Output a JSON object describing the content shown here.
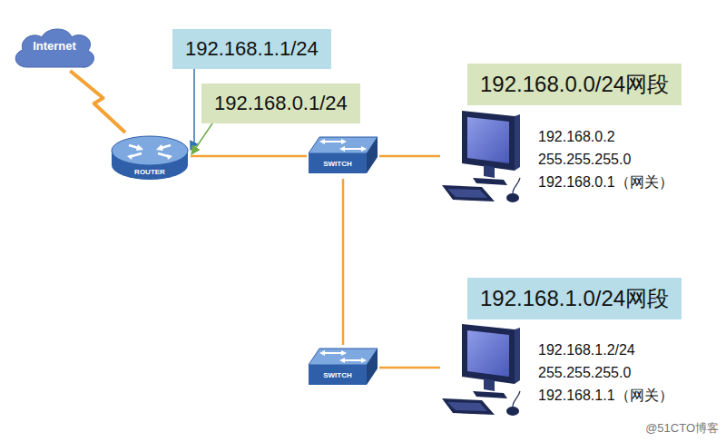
{
  "diagram": {
    "nodes": [
      {
        "text": [
          "Internet"
        ]
      },
      {
        "text": [
          "192.168.1.1/24"
        ]
      },
      {
        "text": [
          "192.168.0.1/24"
        ]
      },
      {
        "text": [
          "ROUTER"
        ]
      },
      {
        "text": [
          "SWITCH"
        ]
      },
      {
        "text": [
          "192.168.0.0/24网段"
        ]
      },
      {
        "text": [
          "192.168.0.2",
          "255.255.255.0",
          "192.168.0.1（网关）"
        ]
      },
      {
        "text": [
          "192.168.1.0/24网段"
        ]
      },
      {
        "text": [
          "SWITCH"
        ]
      },
      {
        "text": [
          "192.168.1.2/24",
          "255.255.255.0",
          "192.168.1.1（网关）"
        ]
      }
    ],
    "edges": [
      {
        "from": 0,
        "to": 3,
        "arrow": "none"
      },
      {
        "from": 1,
        "to": 3,
        "arrow": "to"
      },
      {
        "from": 2,
        "to": 3,
        "arrow": "to"
      },
      {
        "from": 3,
        "to": 4,
        "arrow": "none"
      },
      {
        "from": 4,
        "to": 6,
        "arrow": "none"
      },
      {
        "from": 4,
        "to": 8,
        "arrow": "none"
      },
      {
        "from": 8,
        "to": 9,
        "arrow": "none"
      }
    ],
    "labels": [
      "@51CTO博客"
    ]
  }
}
